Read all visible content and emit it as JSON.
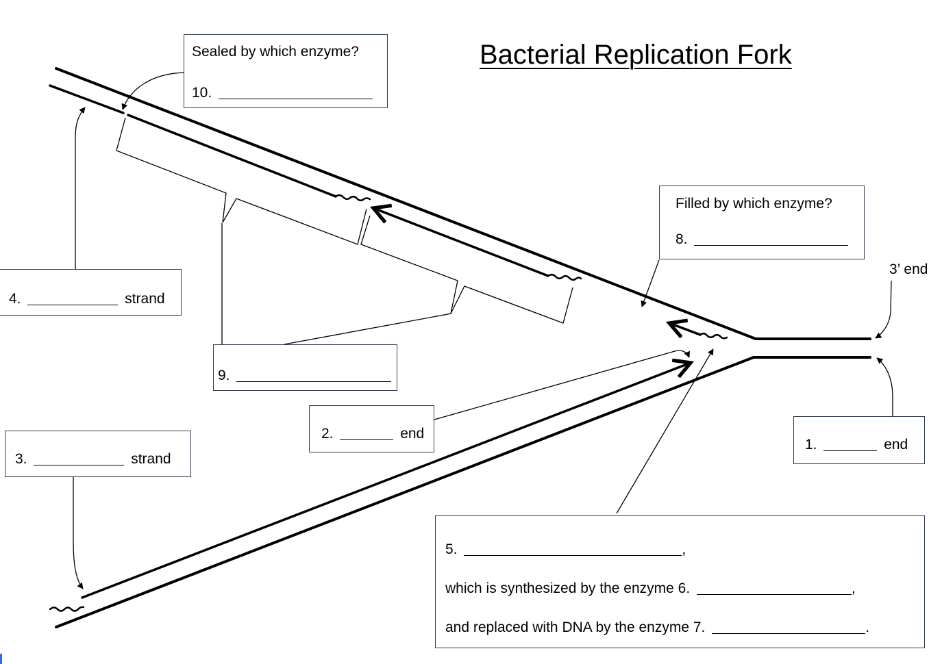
{
  "title": "Bacterial Replication Fork",
  "labels": {
    "three_prime_end": "3’ end"
  },
  "boxes": {
    "q10": {
      "question": "Sealed by which enzyme?",
      "number": "10."
    },
    "q8": {
      "question": "Filled by which enzyme?",
      "number": "8."
    },
    "q4": {
      "number": "4.",
      "suffix": "strand"
    },
    "q9": {
      "number": "9."
    },
    "q2": {
      "number": "2.",
      "suffix": "end"
    },
    "q3": {
      "number": "3.",
      "suffix": "strand"
    },
    "q1": {
      "number": "1.",
      "suffix": "end"
    },
    "q5": {
      "number": "5.",
      "punct1": ",",
      "line2_text": "which is synthesized by the enzyme 6.",
      "punct2": ",",
      "line3_text": "and replaced with DNA by the enzyme 7.",
      "punct3": "."
    }
  },
  "colors": {
    "stroke": "#000000",
    "box_border": "#2f3b4c",
    "corner_mark": "#2f6fd6"
  }
}
